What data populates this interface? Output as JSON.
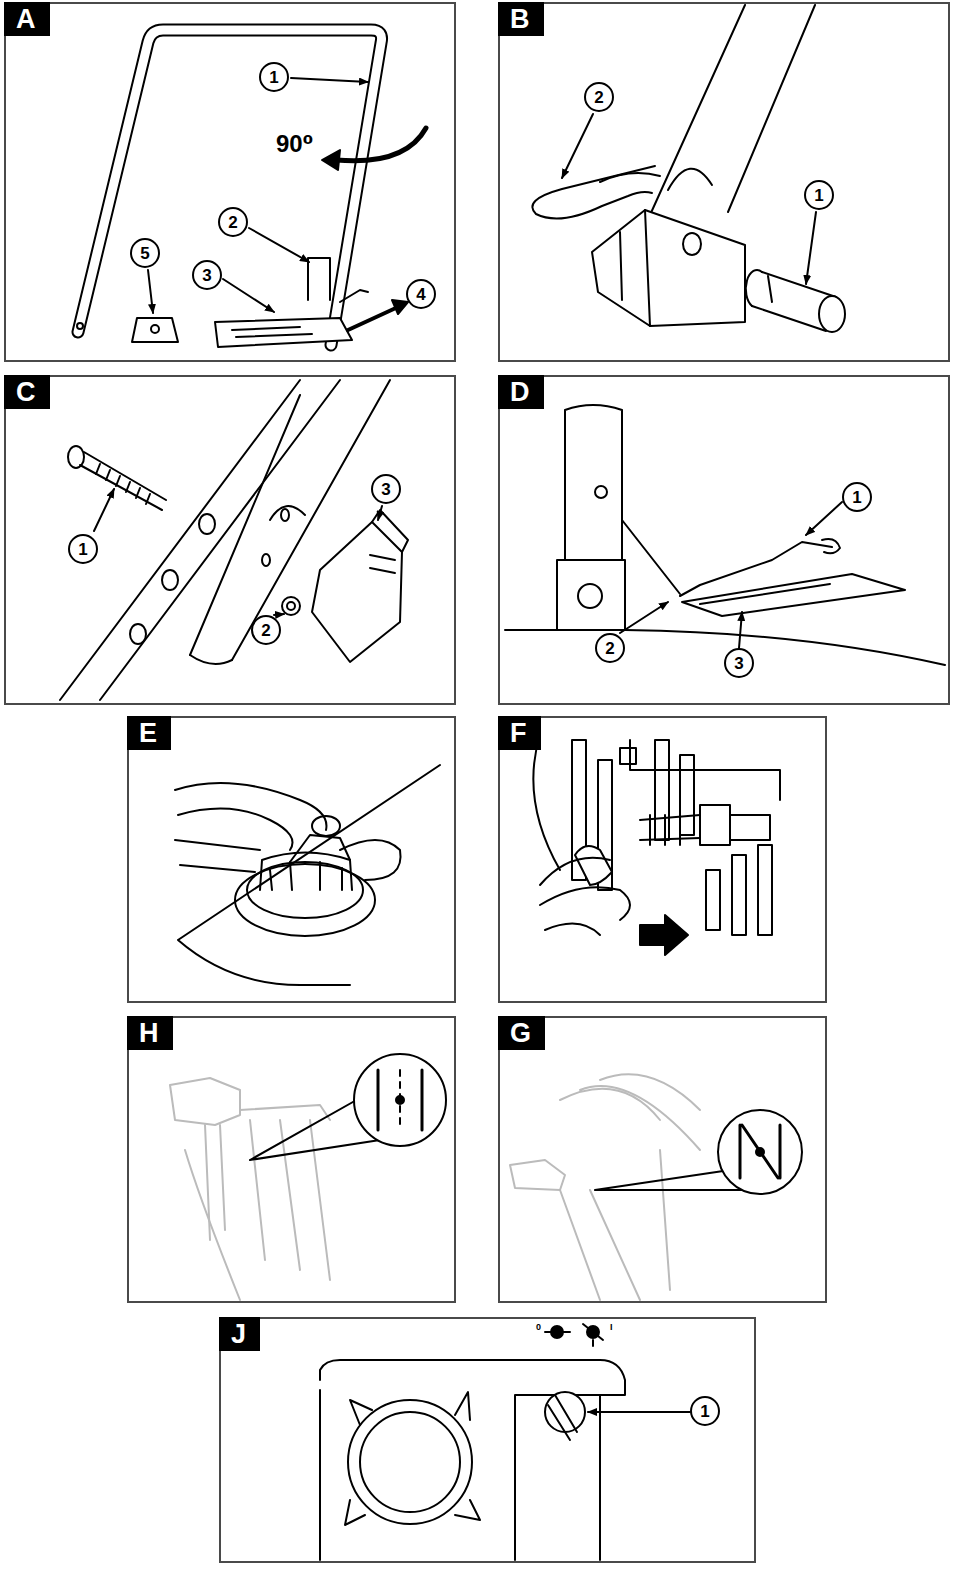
{
  "diagram": {
    "nodes": [
      {
        "text": [
          "A"
        ]
      },
      {
        "text": [
          "B"
        ]
      },
      {
        "text": [
          "C"
        ]
      },
      {
        "text": [
          "D"
        ]
      },
      {
        "text": [
          "E"
        ]
      },
      {
        "text": [
          "F"
        ]
      },
      {
        "text": [
          "H"
        ]
      },
      {
        "text": [
          "G"
        ]
      },
      {
        "text": [
          "J"
        ]
      },
      {
        "text": [
          "1"
        ],
        "in": 0
      },
      {
        "text": [
          "2"
        ],
        "in": 0
      },
      {
        "text": [
          "3"
        ],
        "in": 0
      },
      {
        "text": [
          "4"
        ],
        "in": 0
      },
      {
        "text": [
          "5"
        ],
        "in": 0
      },
      {
        "text": [
          "1"
        ],
        "in": 1
      },
      {
        "text": [
          "2"
        ],
        "in": 1
      },
      {
        "text": [
          "1"
        ],
        "in": 2
      },
      {
        "text": [
          "2"
        ],
        "in": 2
      },
      {
        "text": [
          "3"
        ],
        "in": 2
      },
      {
        "text": [
          "1"
        ],
        "in": 3
      },
      {
        "text": [
          "2"
        ],
        "in": 3
      },
      {
        "text": [
          "3"
        ],
        "in": 3
      },
      {
        "text": [
          "1"
        ],
        "in": 8
      }
    ],
    "labels": [
      "90⁰",
      "0",
      "I"
    ]
  }
}
